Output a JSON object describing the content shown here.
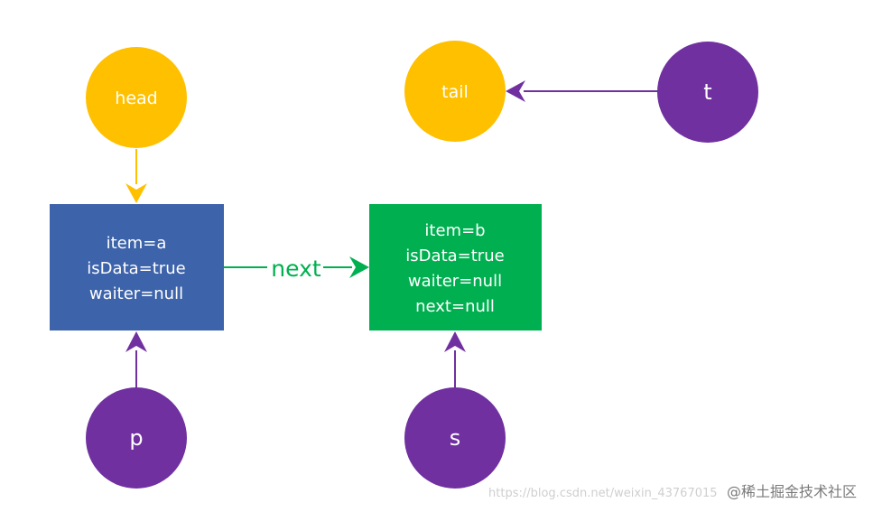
{
  "colors": {
    "yellow": "#FFC000",
    "purple": "#7030A0",
    "blue": "#3D63AA",
    "green": "#00B050"
  },
  "pointers": {
    "head": "head",
    "tail": "tail",
    "t": "t",
    "p": "p",
    "s": "s"
  },
  "nodes": {
    "a": {
      "lines": [
        "item=a",
        "isData=true",
        "waiter=null"
      ]
    },
    "b": {
      "lines": [
        "item=b",
        "isData=true",
        "waiter=null",
        "next=null"
      ]
    }
  },
  "edges": {
    "next_label": "next"
  },
  "watermark": {
    "url": "https://blog.csdn.net/weixin_43767015",
    "brand": "@稀土掘金技术社区"
  }
}
